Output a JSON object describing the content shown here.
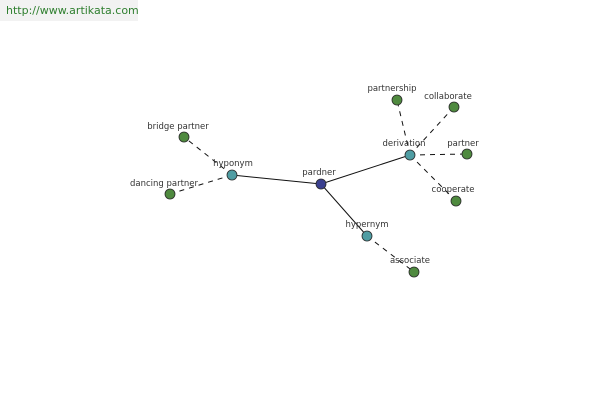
{
  "site": {
    "url": "http://www.artikata.com"
  },
  "graph": {
    "colors": {
      "center": "#3a3f8f",
      "relation": "#4f9da3",
      "leaf": "#4f8a3f",
      "stroke": "#2a2a2a",
      "edge": "#111111"
    },
    "nodes": [
      {
        "id": "pardner",
        "label": "pardner",
        "kind": "center"
      },
      {
        "id": "hyponym",
        "label": "hyponym",
        "kind": "relation"
      },
      {
        "id": "derivation",
        "label": "derivation",
        "kind": "relation"
      },
      {
        "id": "hypernym",
        "label": "hypernym",
        "kind": "relation"
      },
      {
        "id": "bridge_partner",
        "label": "bridge partner",
        "kind": "leaf"
      },
      {
        "id": "dancing_partner",
        "label": "dancing partner",
        "kind": "leaf"
      },
      {
        "id": "partnership",
        "label": "partnership",
        "kind": "leaf"
      },
      {
        "id": "collaborate",
        "label": "collaborate",
        "kind": "leaf"
      },
      {
        "id": "partner",
        "label": "partner",
        "kind": "leaf"
      },
      {
        "id": "cooperate",
        "label": "cooperate",
        "kind": "leaf"
      },
      {
        "id": "associate",
        "label": "associate",
        "kind": "leaf"
      }
    ],
    "edges": [
      {
        "from": "pardner",
        "to": "hyponym",
        "style": "solid"
      },
      {
        "from": "pardner",
        "to": "derivation",
        "style": "solid"
      },
      {
        "from": "pardner",
        "to": "hypernym",
        "style": "solid"
      },
      {
        "from": "hyponym",
        "to": "bridge_partner",
        "style": "dashed"
      },
      {
        "from": "hyponym",
        "to": "dancing_partner",
        "style": "dashed"
      },
      {
        "from": "derivation",
        "to": "partnership",
        "style": "dashed"
      },
      {
        "from": "derivation",
        "to": "collaborate",
        "style": "dashed"
      },
      {
        "from": "derivation",
        "to": "partner",
        "style": "dashed"
      },
      {
        "from": "derivation",
        "to": "cooperate",
        "style": "dashed"
      },
      {
        "from": "hypernym",
        "to": "associate",
        "style": "dashed"
      }
    ]
  }
}
